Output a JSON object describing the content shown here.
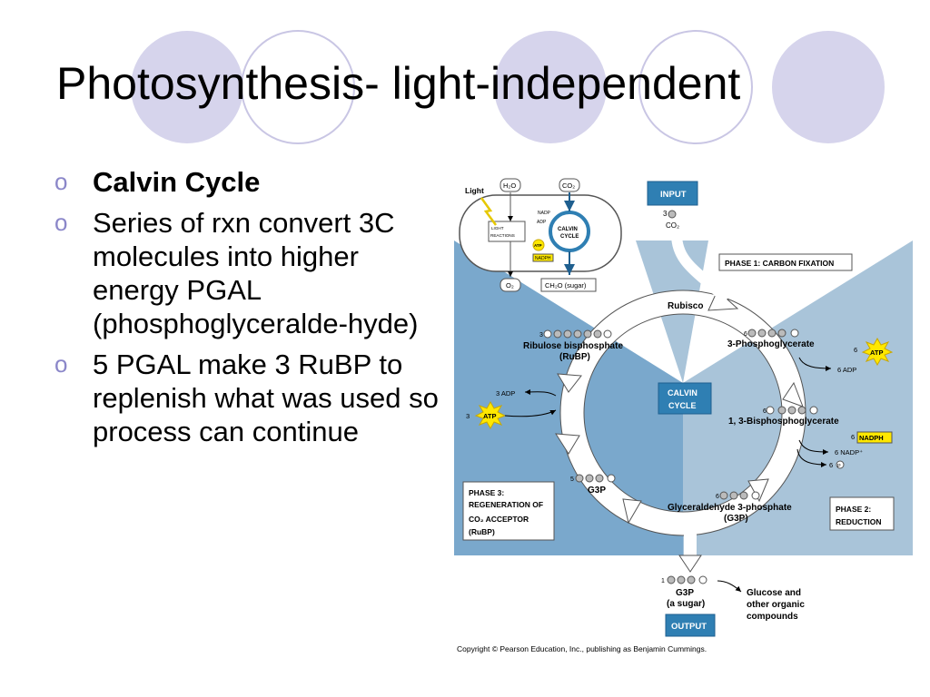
{
  "colors": {
    "circle_fill": "#d6d4ec",
    "circle_stroke": "#c9c6e4",
    "bullet": "#8b87c9",
    "phase_blue_dark": "#7aa8cc",
    "phase_blue_light": "#a9c4d9",
    "label_box_blue": "#2f7fb3",
    "atp_yellow": "#ffe800",
    "nadph_yellow": "#ffe800"
  },
  "slide": {
    "title": "Photosynthesis- light-independent",
    "bullets": [
      {
        "text": "Calvin Cycle",
        "bold": true
      },
      {
        "text": "Series of rxn convert 3C molecules into higher energy PGAL (phosphoglyceralde-hyde)",
        "bold": false
      },
      {
        "text": "5 PGAL make 3 RuBP to replenish what was used so process can continue",
        "bold": false
      }
    ],
    "bullet_marker": "o"
  },
  "diagram": {
    "inset": {
      "light": "Light",
      "h2o": "H₂O",
      "co2": "CO₂",
      "o2": "O₂",
      "nadp": "NADP",
      "adp": "ADP",
      "light_reactions_1": "LIGHT",
      "light_reactions_2": "REACTIONS",
      "atp": "ATP",
      "nadph": "NADPH",
      "calvin_1": "CALVIN",
      "calvin_2": "CYCLE",
      "ch2o": "CH₂O (sugar)"
    },
    "input_label": "INPUT",
    "input_count": "3",
    "input_co2": "CO₂",
    "output_label": "OUTPUT",
    "center_label_1": "CALVIN",
    "center_label_2": "CYCLE",
    "rubisco": "Rubisco",
    "phase1": "PHASE 1: CARBON FIXATION",
    "phase2_line1": "PHASE 2:",
    "phase2_line2": "REDUCTION",
    "phase3_line1": "PHASE 3:",
    "phase3_line2": "REGENERATION OF",
    "phase3_line3": "CO₂ ACCEPTOR",
    "phase3_line4": "(RuBP)",
    "rubp_count": "3",
    "rubp_line1": "Ribulose bisphosphate",
    "rubp_line2": "(RuBP)",
    "pga_count": "6",
    "pga": "3-Phosphoglycerate",
    "atp6": "6",
    "atp_label": "ATP",
    "adp6": "6 ADP",
    "bpg_count": "6",
    "bpg": "1, 3-Bisphosphoglycerate",
    "nadph6": "6",
    "nadph_label": "NADPH",
    "nadp6": "6 NADP⁺",
    "pi6": "6",
    "pi_symbol": "P",
    "g3p_count": "6",
    "g3p_line1": "Glyceraldehyde 3-phosphate",
    "g3p_line2": "(G3P)",
    "g3p5_count": "5",
    "g3p5": "G3P",
    "adp3": "3 ADP",
    "atp3": "3",
    "out_count": "1",
    "out_g3p": "G3P",
    "out_sugar": "(a sugar)",
    "glucose_1": "Glucose and",
    "glucose_2": "other organic",
    "glucose_3": "compounds"
  },
  "copyright": "Copyright © Pearson Education, Inc., publishing as Benjamin Cummings."
}
